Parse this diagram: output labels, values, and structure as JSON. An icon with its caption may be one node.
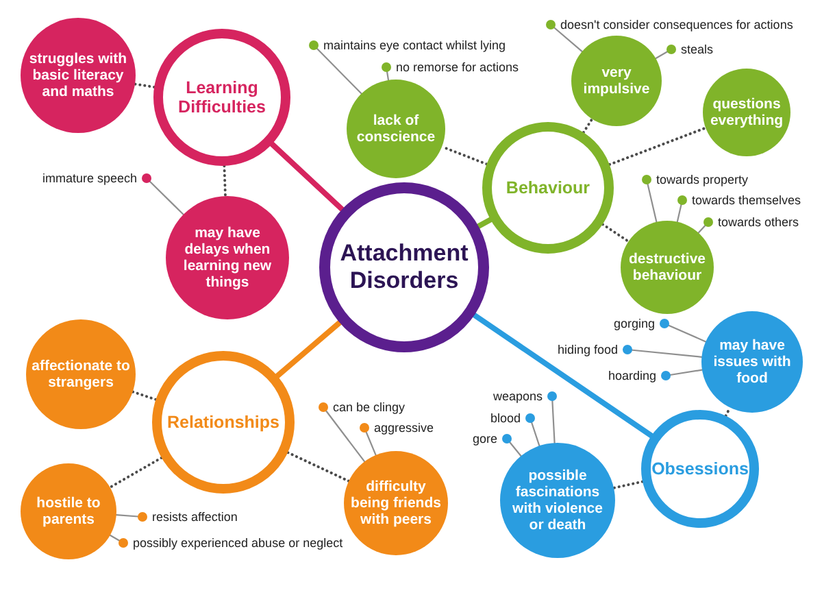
{
  "diagram": {
    "nodes": [
      {
        "text": [
          "Attachment Disorders"
        ]
      },
      {
        "text": [
          "Learning Difficulties"
        ]
      },
      {
        "text": [
          "struggles with basic literacy and maths"
        ]
      },
      {
        "text": [
          "may have delays when learning new things"
        ]
      },
      {
        "text": [
          "immature speech"
        ]
      },
      {
        "text": [
          "Behaviour"
        ]
      },
      {
        "text": [
          "lack of conscience"
        ]
      },
      {
        "text": [
          "maintains eye contact whilst lying"
        ]
      },
      {
        "text": [
          "no remorse for actions"
        ]
      },
      {
        "text": [
          "very impulsive"
        ]
      },
      {
        "text": [
          "doesn't consider consequences for actions"
        ]
      },
      {
        "text": [
          "steals"
        ]
      },
      {
        "text": [
          "questions everything"
        ]
      },
      {
        "text": [
          "destructive behaviour"
        ]
      },
      {
        "text": [
          "towards property"
        ]
      },
      {
        "text": [
          "towards themselves"
        ]
      },
      {
        "text": [
          "towards others"
        ]
      },
      {
        "text": [
          "Obsessions"
        ]
      },
      {
        "text": [
          "may have issues with food"
        ]
      },
      {
        "text": [
          "gorging"
        ]
      },
      {
        "text": [
          "hiding food"
        ]
      },
      {
        "text": [
          "hoarding"
        ]
      },
      {
        "text": [
          "possible fascinations with violence or death"
        ]
      },
      {
        "text": [
          "weapons"
        ]
      },
      {
        "text": [
          "blood"
        ]
      },
      {
        "text": [
          "gore"
        ]
      },
      {
        "text": [
          "Relationships"
        ]
      },
      {
        "text": [
          "affectionate to strangers"
        ]
      },
      {
        "text": [
          "hostile to parents"
        ]
      },
      {
        "text": [
          "resists affection"
        ]
      },
      {
        "text": [
          "possibly experienced abuse or neglect"
        ]
      },
      {
        "text": [
          "difficulty being friends with peers"
        ]
      },
      {
        "text": [
          "can be clingy"
        ]
      },
      {
        "text": [
          "aggressive"
        ]
      }
    ],
    "edges": [
      {
        "from": 0,
        "to": 1,
        "arrow": "none",
        "style": "thick",
        "color": "#d6245f"
      },
      {
        "from": 1,
        "to": 2,
        "arrow": "none",
        "style": "dashed"
      },
      {
        "from": 1,
        "to": 3,
        "arrow": "none",
        "style": "dashed"
      },
      {
        "from": 4,
        "to": 3,
        "arrow": "other"
      },
      {
        "from": 0,
        "to": 5,
        "arrow": "none",
        "style": "thick",
        "color": "#80b42a"
      },
      {
        "from": 5,
        "to": 6,
        "arrow": "none",
        "style": "dashed"
      },
      {
        "from": 7,
        "to": 6,
        "arrow": "other"
      },
      {
        "from": 8,
        "to": 6,
        "arrow": "other"
      },
      {
        "from": 5,
        "to": 9,
        "arrow": "none",
        "style": "dashed"
      },
      {
        "from": 10,
        "to": 9,
        "arrow": "other"
      },
      {
        "from": 11,
        "to": 9,
        "arrow": "other"
      },
      {
        "from": 5,
        "to": 12,
        "arrow": "none",
        "style": "dashed"
      },
      {
        "from": 5,
        "to": 13,
        "arrow": "none",
        "style": "dashed"
      },
      {
        "from": 14,
        "to": 13,
        "arrow": "other"
      },
      {
        "from": 15,
        "to": 13,
        "arrow": "other"
      },
      {
        "from": 16,
        "to": 13,
        "arrow": "other"
      },
      {
        "from": 0,
        "to": 17,
        "arrow": "none",
        "style": "thick",
        "color": "#2a9de0"
      },
      {
        "from": 17,
        "to": 18,
        "arrow": "none",
        "style": "dashed"
      },
      {
        "from": 19,
        "to": 18,
        "arrow": "other"
      },
      {
        "from": 20,
        "to": 18,
        "arrow": "other"
      },
      {
        "from": 21,
        "to": 18,
        "arrow": "other"
      },
      {
        "from": 17,
        "to": 22,
        "arrow": "none",
        "style": "dashed"
      },
      {
        "from": 23,
        "to": 22,
        "arrow": "other"
      },
      {
        "from": 24,
        "to": 22,
        "arrow": "other"
      },
      {
        "from": 25,
        "to": 22,
        "arrow": "other"
      },
      {
        "from": 0,
        "to": 26,
        "arrow": "none",
        "style": "thick",
        "color": "#f28a18"
      },
      {
        "from": 26,
        "to": 27,
        "arrow": "none",
        "style": "dashed"
      },
      {
        "from": 26,
        "to": 28,
        "arrow": "none",
        "style": "dashed"
      },
      {
        "from": 29,
        "to": 28,
        "arrow": "other"
      },
      {
        "from": 30,
        "to": 28,
        "arrow": "other"
      },
      {
        "from": 26,
        "to": 31,
        "arrow": "none",
        "style": "dashed"
      },
      {
        "from": 32,
        "to": 31,
        "arrow": "other"
      },
      {
        "from": 33,
        "to": 31,
        "arrow": "other"
      }
    ]
  }
}
